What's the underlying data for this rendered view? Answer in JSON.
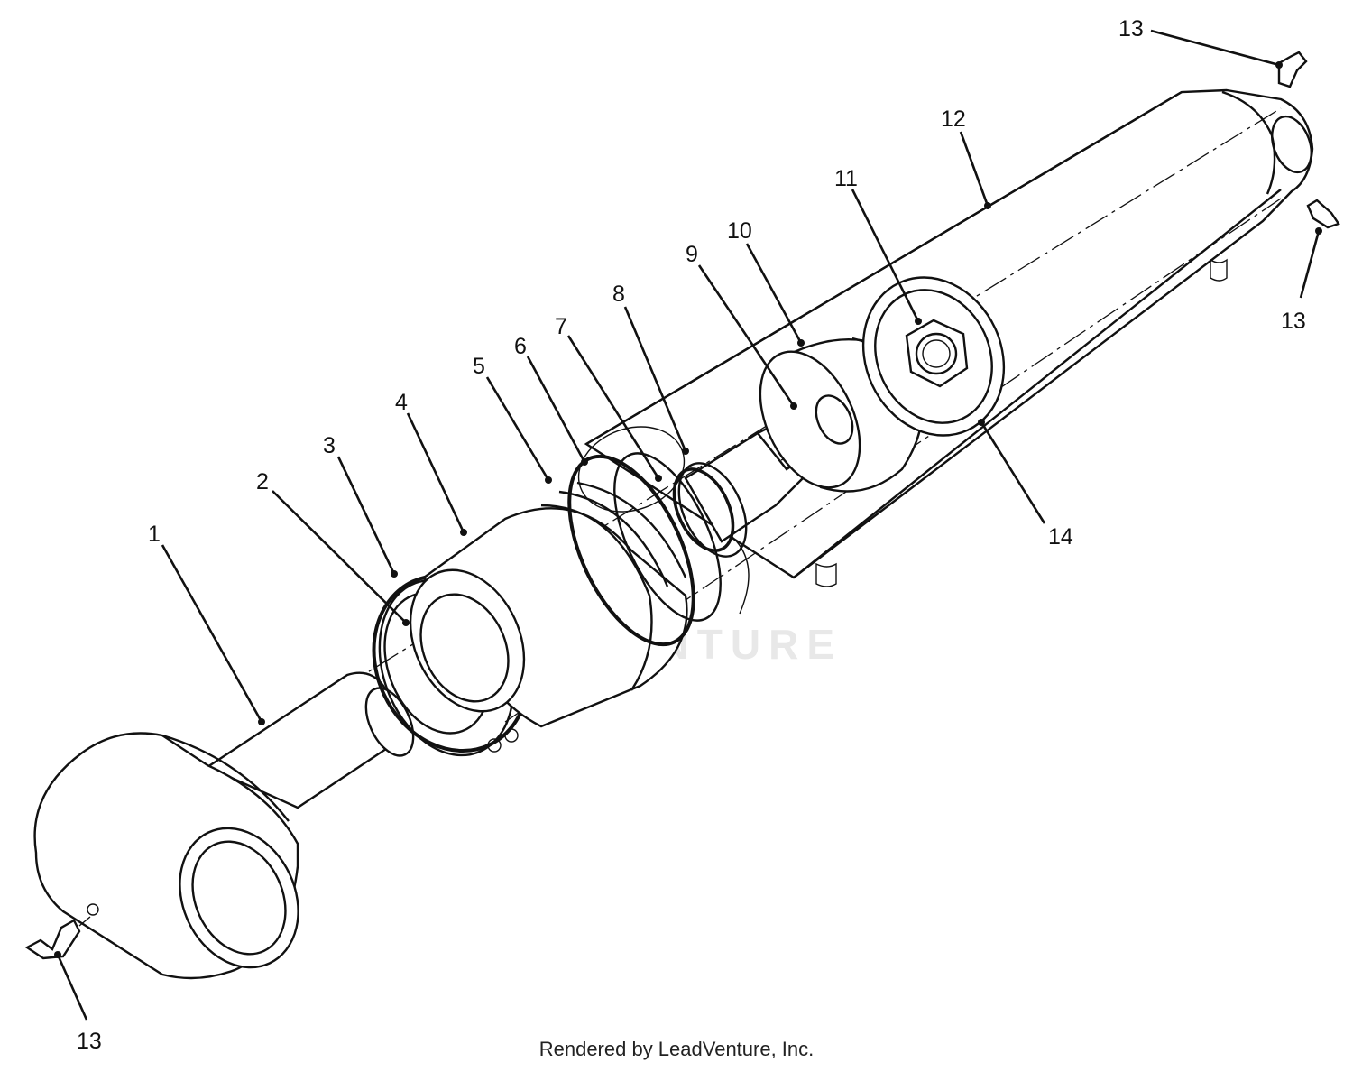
{
  "diagram": {
    "callouts": [
      {
        "id": "c1",
        "label": "1"
      },
      {
        "id": "c2",
        "label": "2"
      },
      {
        "id": "c3",
        "label": "3"
      },
      {
        "id": "c4",
        "label": "4"
      },
      {
        "id": "c5",
        "label": "5"
      },
      {
        "id": "c6",
        "label": "6"
      },
      {
        "id": "c7",
        "label": "7"
      },
      {
        "id": "c8",
        "label": "8"
      },
      {
        "id": "c9",
        "label": "9"
      },
      {
        "id": "c10",
        "label": "10"
      },
      {
        "id": "c11",
        "label": "11"
      },
      {
        "id": "c12",
        "label": "12"
      },
      {
        "id": "c13a",
        "label": "13"
      },
      {
        "id": "c13b",
        "label": "13"
      },
      {
        "id": "c13c",
        "label": "13"
      },
      {
        "id": "c14",
        "label": "14"
      }
    ],
    "watermark": "LEADVENTURE",
    "credit": "Rendered by LeadVenture, Inc."
  }
}
